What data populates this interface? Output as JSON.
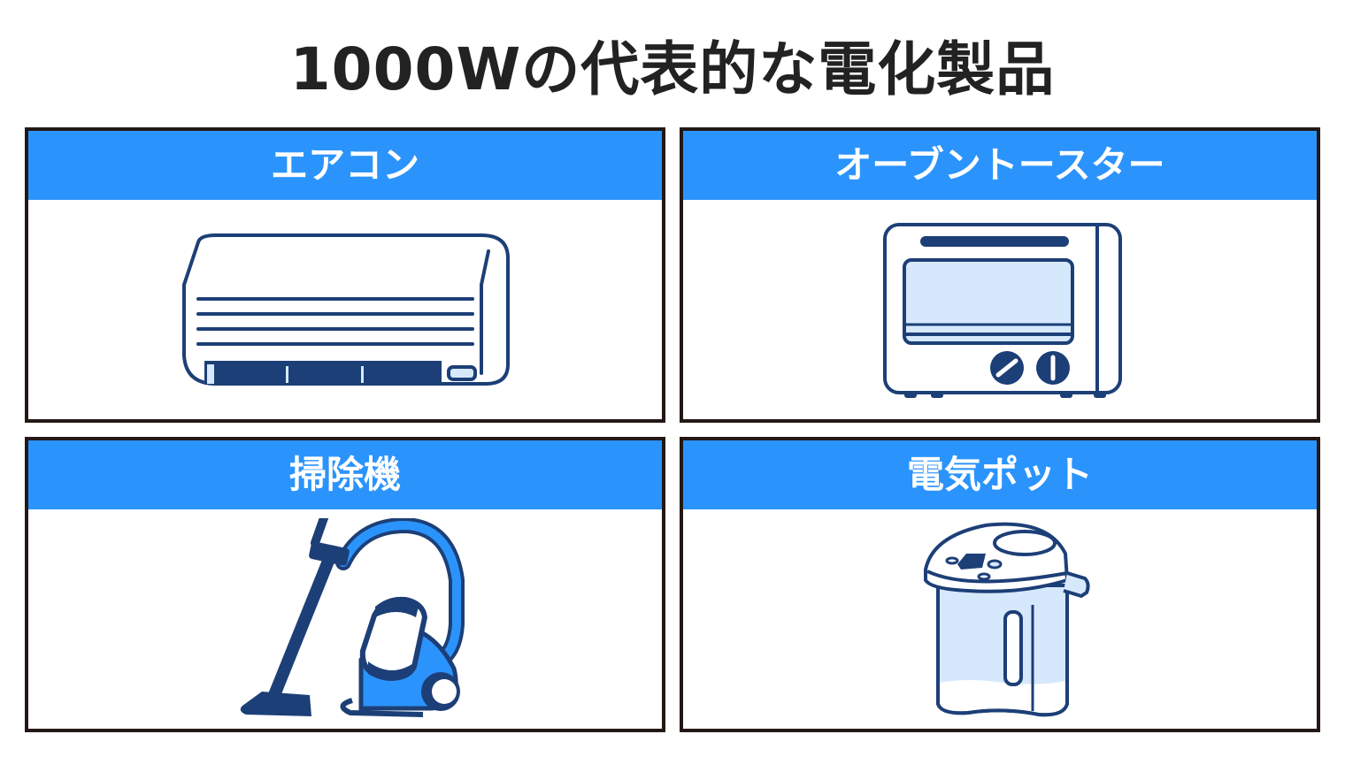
{
  "title": "1000Wの代表的な電化製品",
  "colors": {
    "header_blue": "#2B94FC",
    "border": "#231815",
    "icon_navy": "#1D3F77",
    "icon_light": "#D6E8FC",
    "icon_bright": "#2B94FC"
  },
  "cards": [
    {
      "label": "エアコン",
      "icon": "air-conditioner-icon"
    },
    {
      "label": "オーブントースター",
      "icon": "oven-toaster-icon"
    },
    {
      "label": "掃除機",
      "icon": "vacuum-cleaner-icon"
    },
    {
      "label": "電気ポット",
      "icon": "electric-pot-icon"
    }
  ]
}
